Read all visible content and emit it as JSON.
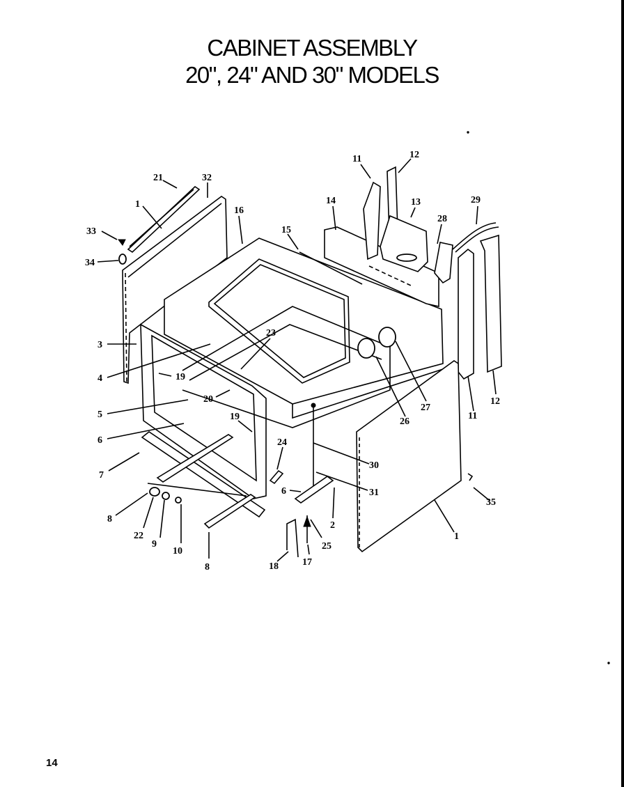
{
  "title": {
    "line1": "CABINET ASSEMBLY",
    "line2": "20\", 24\" AND 30\" MODELS"
  },
  "page_number": "14",
  "callouts": [
    {
      "id": "c21",
      "label": "21"
    },
    {
      "id": "c32",
      "label": "32"
    },
    {
      "id": "c1a",
      "label": "1"
    },
    {
      "id": "c16",
      "label": "16"
    },
    {
      "id": "c33",
      "label": "33"
    },
    {
      "id": "c34",
      "label": "34"
    },
    {
      "id": "c15",
      "label": "15"
    },
    {
      "id": "c14",
      "label": "14"
    },
    {
      "id": "c11a",
      "label": "11"
    },
    {
      "id": "c12a",
      "label": "12"
    },
    {
      "id": "c13",
      "label": "13"
    },
    {
      "id": "c28",
      "label": "28"
    },
    {
      "id": "c29",
      "label": "29"
    },
    {
      "id": "c3",
      "label": "3"
    },
    {
      "id": "c23",
      "label": "23"
    },
    {
      "id": "c4",
      "label": "4"
    },
    {
      "id": "c19a",
      "label": "19"
    },
    {
      "id": "c20",
      "label": "20"
    },
    {
      "id": "c5",
      "label": "5"
    },
    {
      "id": "c19b",
      "label": "19"
    },
    {
      "id": "c6a",
      "label": "6"
    },
    {
      "id": "c27",
      "label": "27"
    },
    {
      "id": "c26",
      "label": "26"
    },
    {
      "id": "c12b",
      "label": "12"
    },
    {
      "id": "c11b",
      "label": "11"
    },
    {
      "id": "c24",
      "label": "24"
    },
    {
      "id": "c30",
      "label": "30"
    },
    {
      "id": "c7",
      "label": "7"
    },
    {
      "id": "c31",
      "label": "31"
    },
    {
      "id": "c6b",
      "label": "6"
    },
    {
      "id": "c35",
      "label": "35"
    },
    {
      "id": "c2",
      "label": "2"
    },
    {
      "id": "c8a",
      "label": "8"
    },
    {
      "id": "c22",
      "label": "22"
    },
    {
      "id": "c9",
      "label": "9"
    },
    {
      "id": "c10",
      "label": "10"
    },
    {
      "id": "c1b",
      "label": "1"
    },
    {
      "id": "c25",
      "label": "25"
    },
    {
      "id": "c8b",
      "label": "8"
    },
    {
      "id": "c18",
      "label": "18"
    },
    {
      "id": "c17",
      "label": "17"
    }
  ]
}
